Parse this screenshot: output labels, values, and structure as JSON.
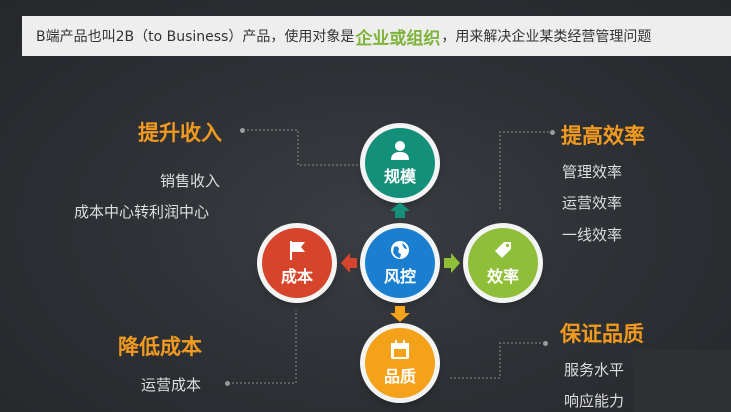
{
  "banner": {
    "prefix": "B端产品也叫2B（to Business）产品，使用对象是",
    "highlight": "企业或组织",
    "suffix": "，用来解决企业某类经营管理问题"
  },
  "nodes": {
    "top": "规模",
    "center": "风控",
    "left": "成本",
    "right": "效率",
    "bottom": "品质"
  },
  "sections": {
    "top_left": {
      "title": "提升收入",
      "items": [
        "销售收入",
        "成本中心转利润中心"
      ]
    },
    "top_right": {
      "title": "提高效率",
      "items": [
        "管理效率",
        "运营效率",
        "一线效率"
      ]
    },
    "bottom_left": {
      "title": "降低成本",
      "items": [
        "运营成本"
      ]
    },
    "bottom_right": {
      "title": "保证品质",
      "items": [
        "服务水平",
        "响应能力"
      ]
    }
  },
  "colors": {
    "top": "#14907a",
    "center": "#1a7fd0",
    "left": "#d6452b",
    "right": "#8fbe38",
    "bottom": "#f5a21b",
    "accent": "#f29a1f",
    "highlight": "#7fb33b"
  },
  "icons": {
    "top": "user-icon",
    "center": "globe-icon",
    "left": "flag-icon",
    "right": "tag-icon",
    "bottom": "calendar-icon"
  }
}
